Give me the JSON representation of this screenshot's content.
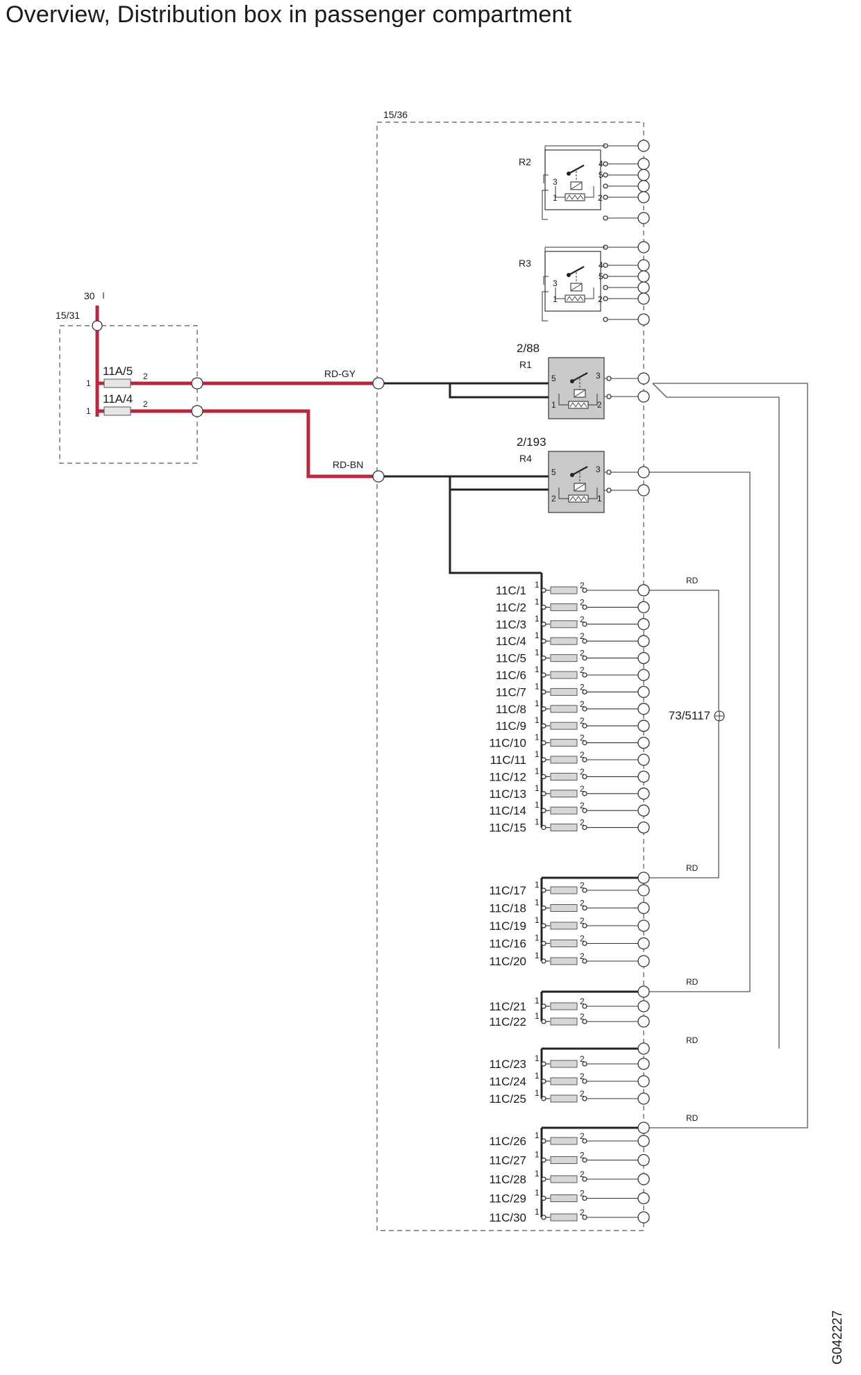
{
  "title": "Overview, Distribution box in passenger compartment",
  "document_id": "G042227",
  "boxes": {
    "central": "15/36",
    "fuse_box": "15/31"
  },
  "terminal_30": "30",
  "fuses_left": [
    {
      "id": "11A/5",
      "pin_in": "1",
      "pin_out": "2"
    },
    {
      "id": "11A/4",
      "pin_in": "1",
      "pin_out": "2"
    }
  ],
  "wires": {
    "rd_gy": "RD-GY",
    "rd_bn": "RD-BN",
    "rd": "RD"
  },
  "relays": [
    {
      "id": "R2",
      "ref": "",
      "pins": [
        "1",
        "2",
        "3",
        "4",
        "5"
      ]
    },
    {
      "id": "R3",
      "ref": "",
      "pins": [
        "1",
        "2",
        "3",
        "4",
        "5"
      ]
    },
    {
      "id": "R1",
      "ref": "2/88",
      "pins": [
        "5",
        "3",
        "1",
        "2"
      ]
    },
    {
      "id": "R4",
      "ref": "2/193",
      "pins": [
        "5",
        "3",
        "2",
        "1"
      ]
    }
  ],
  "ground_point": "73/5117",
  "fuse_pin_labels": {
    "in": "1",
    "out": "2"
  },
  "fuse_groups": [
    [
      "11C/1",
      "11C/2",
      "11C/3",
      "11C/4",
      "11C/5",
      "11C/6",
      "11C/7",
      "11C/8",
      "11C/9",
      "11C/10",
      "11C/11",
      "11C/12",
      "11C/13",
      "11C/14",
      "11C/15"
    ],
    [
      "11C/17",
      "11C/18",
      "11C/19",
      "11C/16",
      "11C/20"
    ],
    [
      "11C/21",
      "11C/22"
    ],
    [
      "11C/23",
      "11C/24",
      "11C/25"
    ],
    [
      "11C/26",
      "11C/27",
      "11C/28",
      "11C/29",
      "11C/30"
    ]
  ]
}
